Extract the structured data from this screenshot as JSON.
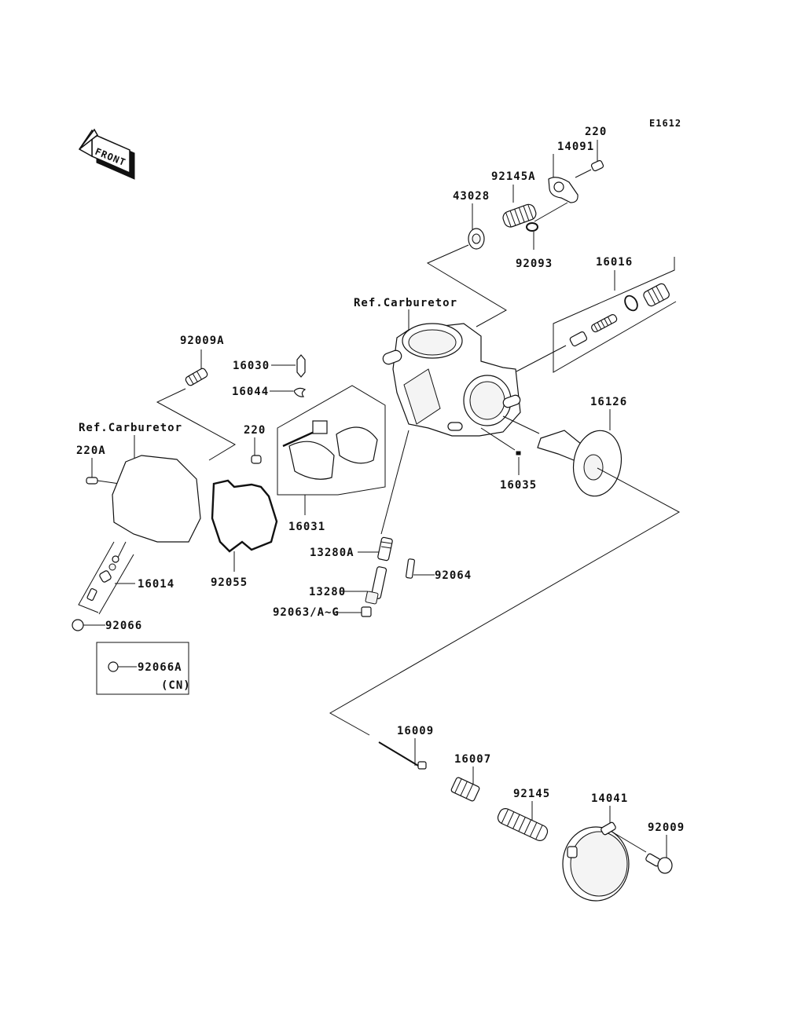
{
  "diagram": {
    "code": "E1612",
    "front_label": "FRONT",
    "ref_labels": {
      "carburetor_top": "Ref.Carburetor",
      "carburetor_left": "Ref.Carburetor"
    },
    "parts": {
      "p220_top": "220",
      "p14091": "14091",
      "p92145A": "92145A",
      "p43028": "43028",
      "p92093": "92093",
      "p16016": "16016",
      "p92009A": "92009A",
      "p16030": "16030",
      "p16044": "16044",
      "p220_mid": "220",
      "p220A": "220A",
      "p16031": "16031",
      "p92055": "92055",
      "p16126": "16126",
      "p16035": "16035",
      "p13280A": "13280A",
      "p92064": "92064",
      "p13280": "13280",
      "p92063": "92063/A~G",
      "p16014": "16014",
      "p92066": "92066",
      "p92066A": "92066A",
      "cn_note": "(CN)",
      "p16009": "16009",
      "p16007": "16007",
      "p92145": "92145",
      "p14041": "14041",
      "p92009": "92009"
    }
  }
}
